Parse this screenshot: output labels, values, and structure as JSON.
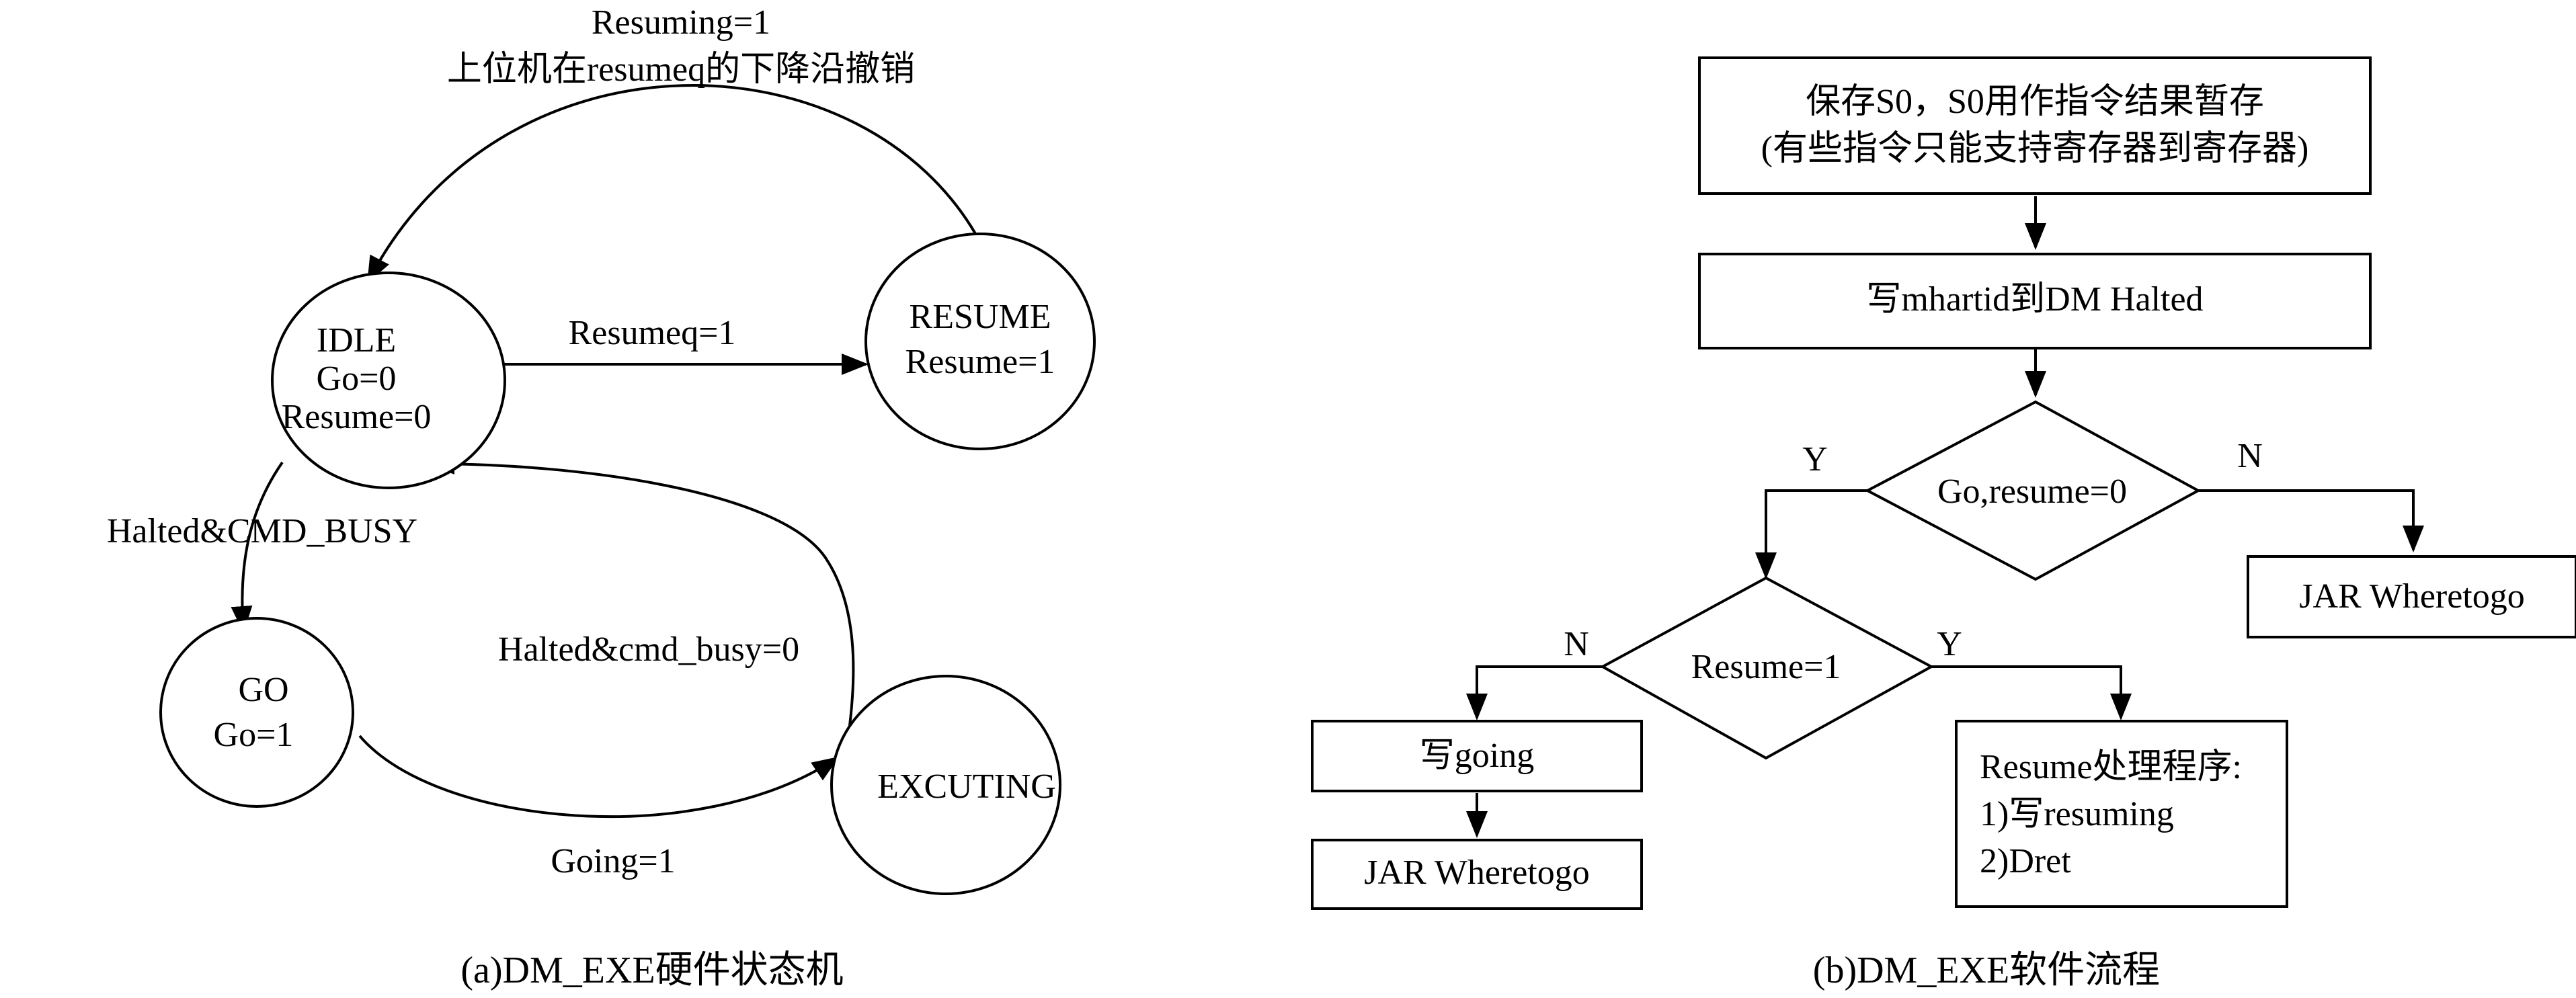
{
  "state_machine": {
    "caption": "(a)DM_EXE硬件状态机",
    "states": {
      "idle": {
        "line1": "IDLE",
        "line2": "Go=0",
        "line3": "Resume=0"
      },
      "resume": {
        "line1": "RESUME",
        "line2": "Resume=1"
      },
      "go": {
        "line1": "GO",
        "line2": "Go=1"
      },
      "excuting": {
        "line1": "EXCUTING"
      }
    },
    "transitions": {
      "resume_to_idle": {
        "line1": "Resuming=1",
        "line2": "上位机在resumeq的下降沿撤销"
      },
      "idle_to_resume": "Resumeq=1",
      "idle_to_go": "Halted&CMD_BUSY",
      "excuting_to_idle": "Halted&cmd_busy=0",
      "go_to_excuting": "Going=1"
    }
  },
  "flowchart": {
    "caption": "(b)DM_EXE软件流程",
    "save_box": {
      "line1": "保存S0，S0用作指令结果暂存",
      "line2": "(有些指令只能支持寄存器到寄存器)"
    },
    "write_box": "写mhartid到DM Halted",
    "decision_go": "Go,resume=0",
    "decision_resume": "Resume=1",
    "jar_right": "JAR Wheretogo",
    "write_going": "写going",
    "jar_bottom": "JAR Wheretogo",
    "resume_box": {
      "line1": "Resume处理程序:",
      "line2": "1)写resuming",
      "line3": "2)Dret"
    },
    "labels": {
      "y1": "Y",
      "n1": "N",
      "n2": "N",
      "y2": "Y"
    }
  }
}
